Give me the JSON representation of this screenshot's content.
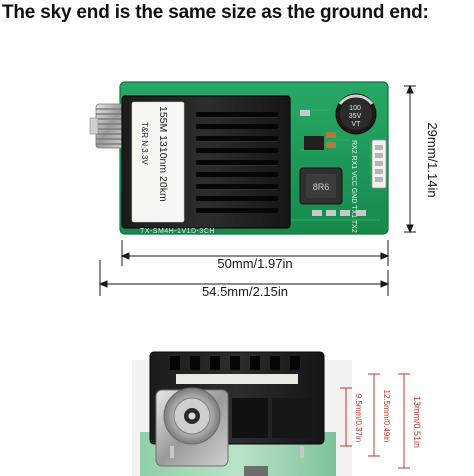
{
  "headline": "The sky end is the same size as the ground end:",
  "module": {
    "label_line1": "155M 1310nm 20km",
    "label_line2": "T&R    N    3.3V",
    "silk_vertical": "RX2 RX1 VCC GND TX1 TX2",
    "silk_bottom": "TX-SM4H-1V1D-3CH",
    "capacitor_text": "100\n35V\nVT",
    "inductor_text": "8R6"
  },
  "dimensions": {
    "height": "29mm/1.14in",
    "width_board": "50mm/1.97in",
    "width_total": "54.5mm/2.15in",
    "front_a": "9.5mm/0.37in",
    "front_b": "12.5mm/0.49in",
    "front_c": "13mm/0.51in"
  },
  "colors": {
    "pcb": "#1f9a5a",
    "dimension_line": "#c0392b"
  }
}
